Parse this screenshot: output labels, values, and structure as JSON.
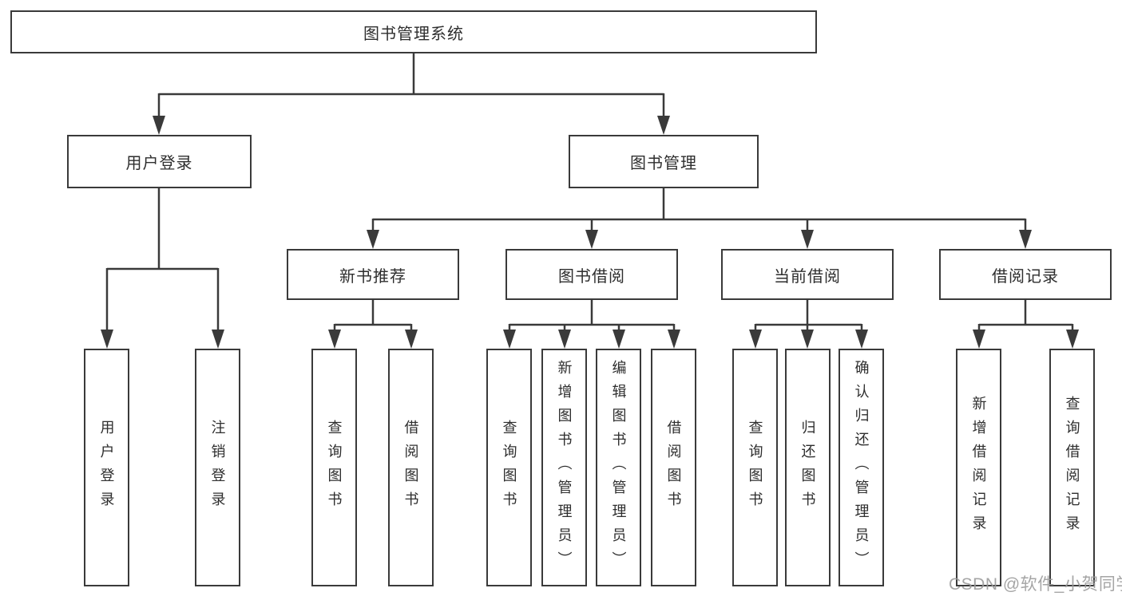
{
  "root": {
    "label": "图书管理系统"
  },
  "level2": [
    {
      "label": "用户登录"
    },
    {
      "label": "图书管理"
    }
  ],
  "level3": [
    {
      "label": "新书推荐"
    },
    {
      "label": "图书借阅"
    },
    {
      "label": "当前借阅"
    },
    {
      "label": "借阅记录"
    }
  ],
  "leaves": [
    {
      "label": "用户登录"
    },
    {
      "label": "注销登录"
    },
    {
      "label": "查询图书"
    },
    {
      "label": "借阅图书"
    },
    {
      "label": "查询图书"
    },
    {
      "label": "新增图书（管理员）"
    },
    {
      "label": "编辑图书（管理员）"
    },
    {
      "label": "借阅图书"
    },
    {
      "label": "查询图书"
    },
    {
      "label": "归还图书"
    },
    {
      "label": "确认归还（管理员）"
    },
    {
      "label": "新增借阅记录"
    },
    {
      "label": "查询借阅记录"
    }
  ],
  "watermark": {
    "text": "CSDN @软件_小贺同学",
    "color": "#9c9c9c"
  },
  "colors": {
    "line": "#3a3a3a",
    "box_border": "#3a3a3a",
    "text": "#2e2e2e",
    "background": "#ffffff"
  }
}
